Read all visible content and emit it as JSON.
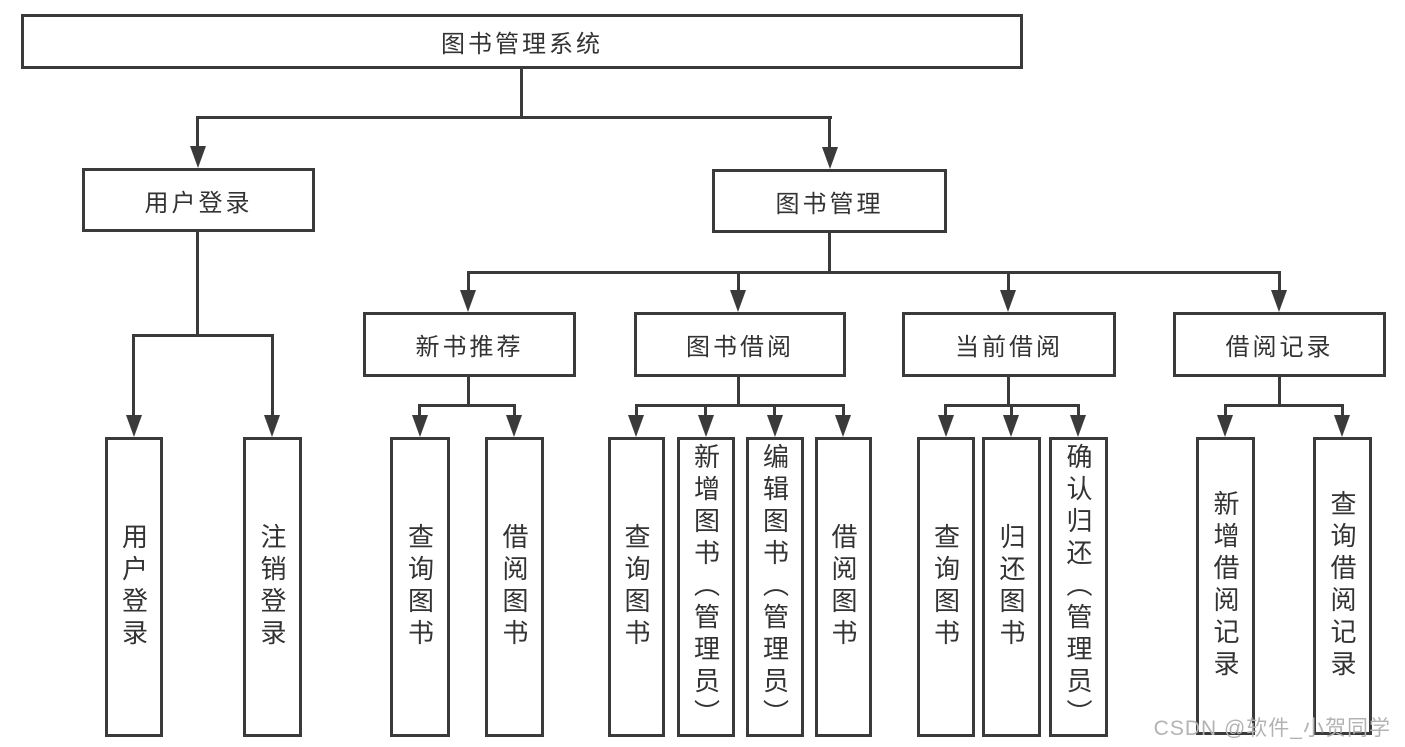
{
  "tree": {
    "root": {
      "label": "图书管理系统"
    },
    "children": [
      {
        "label": "用户登录",
        "children": [
          {
            "label": "用户登录"
          },
          {
            "label": "注销登录"
          }
        ]
      },
      {
        "label": "图书管理",
        "children": [
          {
            "label": "新书推荐",
            "children": [
              {
                "label": "查询图书"
              },
              {
                "label": "借阅图书"
              }
            ]
          },
          {
            "label": "图书借阅",
            "children": [
              {
                "label": "查询图书"
              },
              {
                "label": "新增图书（管理员）"
              },
              {
                "label": "编辑图书（管理员）"
              },
              {
                "label": "借阅图书"
              }
            ]
          },
          {
            "label": "当前借阅",
            "children": [
              {
                "label": "查询图书"
              },
              {
                "label": "归还图书"
              },
              {
                "label": "确认归还（管理员）"
              }
            ]
          },
          {
            "label": "借阅记录",
            "children": [
              {
                "label": "新增借阅记录"
              },
              {
                "label": "查询借阅记录"
              }
            ]
          }
        ]
      }
    ]
  },
  "watermark": {
    "text": "CSDN @软件_小贺同学"
  },
  "colors": {
    "line": "#3a3a3a",
    "text": "#333333",
    "wm": "#b3b3b3",
    "bg": "#ffffff"
  }
}
